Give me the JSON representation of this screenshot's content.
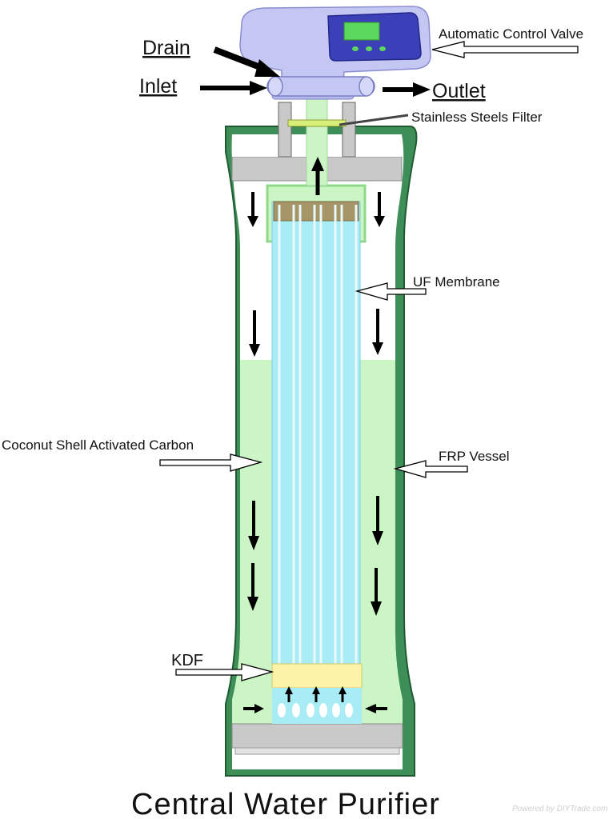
{
  "labels": {
    "drain": "Drain",
    "inlet": "Inlet",
    "outlet": "Outlet",
    "control_valve": "Automatic Control Valve",
    "steel_filter": "Stainless Steels Filter",
    "uf_membrane": "UF Membrane",
    "carbon": "Coconut Shell Activated Carbon",
    "frp_vessel": "FRP Vessel",
    "kdf": "KDF"
  },
  "title": "Central Water Purifier",
  "watermark": "Powered by DIYTrade.com",
  "colors": {
    "vessel_shell": "#3e8f57",
    "carbon_fill": "#ccf5c6",
    "membrane_fill": "#a8ecf6",
    "kdf_fill": "#fbf3a8",
    "valve_body": "#c4c7f2",
    "valve_screen": "#3b3fb8",
    "display": "#5cd85c",
    "cap_gray": "#c9c9c9"
  }
}
